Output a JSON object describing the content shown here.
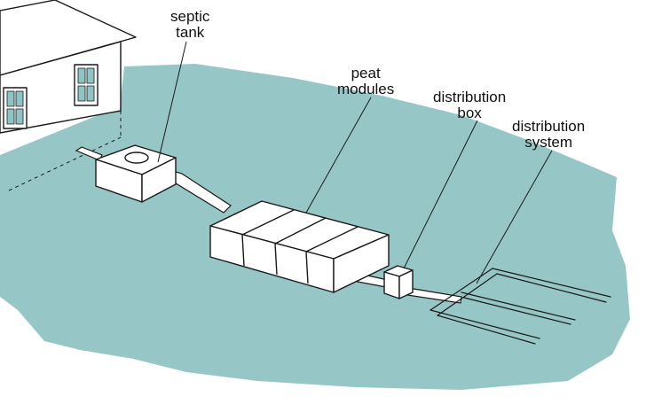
{
  "colors": {
    "ground": "#96c6c6",
    "outline": "#1a1a1a",
    "fill": "#ffffff",
    "window": "#8fc4c4"
  },
  "labels": {
    "septic_tank": [
      "septic",
      "tank"
    ],
    "peat_modules": [
      "peat",
      "modules"
    ],
    "distribution_box": [
      "distribution",
      "box"
    ],
    "distribution_system": [
      "distribution",
      "system"
    ]
  }
}
